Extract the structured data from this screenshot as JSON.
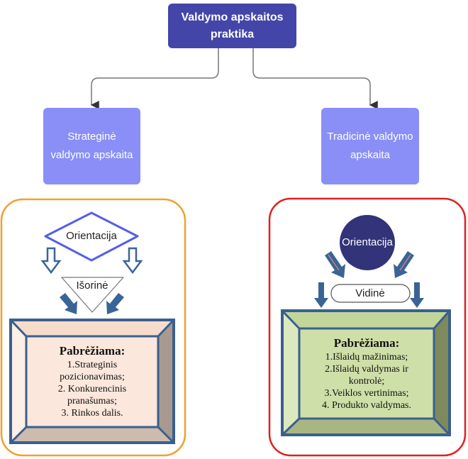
{
  "root": {
    "title": "Valdymo apskaitos praktika",
    "color": "#4346a8"
  },
  "branches": [
    {
      "title": "Strateginė valdymo apskaita",
      "color": "#8a8ff7",
      "panel_border_color": "#f0a030",
      "orientation": {
        "label": "Orientacija",
        "shape": "diamond",
        "stroke": "#5560e8"
      },
      "direction": {
        "label": "Išorinė",
        "shape": "inverted-triangle"
      },
      "emphasis": {
        "heading": "Pabrėžiama:",
        "items": [
          "1.Strateginis",
          "pozicionavimas;",
          "2. Konkurencinis",
          "pranašumas;",
          "3. Rinkos dalis."
        ],
        "fill": "#fbe7dc"
      }
    },
    {
      "title": "Tradicinė valdymo apskaita",
      "color": "#8a8ff7",
      "panel_border_color": "#e02020",
      "orientation": {
        "label": "Orientacija",
        "shape": "circle",
        "fill": "#33337a"
      },
      "direction": {
        "label": "Vidinė",
        "shape": "ellipse"
      },
      "emphasis": {
        "heading": "Pabrėžiama:",
        "items": [
          "1.Išlaidų mažinimas;",
          "2.Išlaidų valdymas ir",
          "kontrolė;",
          "3.Veiklos vertinimas;",
          "4. Produkto valdymas."
        ],
        "fill": "#cfdfa8"
      }
    }
  ],
  "colors": {
    "arrow_blue": "#3a6496",
    "frame_border": "#3a5f8f",
    "connector": "#777777"
  }
}
